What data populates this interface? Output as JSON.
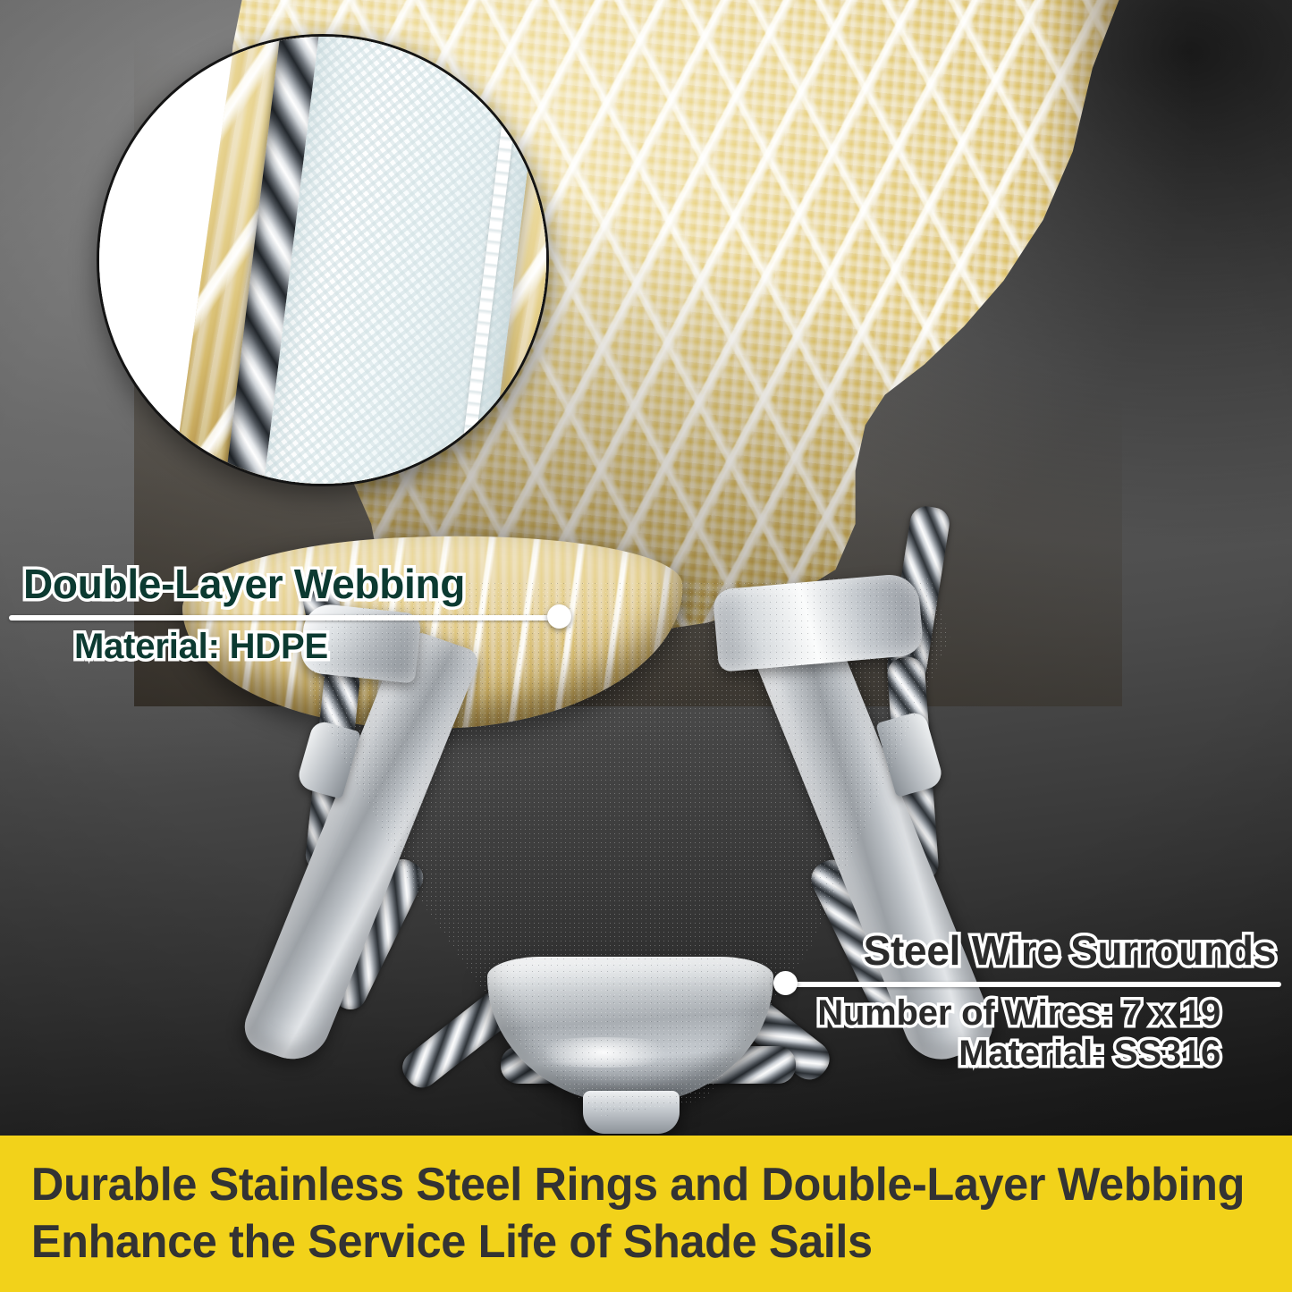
{
  "product_image": {
    "alt": "Close-up of sand-colored HDPE shade sail corner with stainless steel D-ring and steel wire cable"
  },
  "inset": {
    "name": "magnified-webbing-detail",
    "shows": "white double-layer webbing strap and braided steel cable"
  },
  "callouts": [
    {
      "id": "double-layer-webbing",
      "title": "Double-Layer Webbing",
      "details": [
        "Material: HDPE"
      ],
      "title_color": "#0c3a31",
      "outline_color": "#ffffff",
      "leader_side": "left"
    },
    {
      "id": "steel-wire-surrounds",
      "title": "Steel Wire Surrounds",
      "details": [
        "Number of Wires: 7 x 19",
        "Material: SS316"
      ],
      "title_color": "#2b2b2b",
      "outline_color": "#ffffff",
      "leader_side": "right"
    }
  ],
  "banner": {
    "background_color": "#f2d21a",
    "text_color": "#333333",
    "lines": [
      "Durable Stainless Steel Rings and Double-Layer Webbing",
      "Enhance the Service Life of Shade Sails"
    ]
  },
  "palette": {
    "background_top": "#6f6f6f",
    "background_bottom": "#0d0d0d",
    "fabric_sand": "#e3cf9a",
    "fabric_stitch_white": "#ffffff",
    "steel_silver": "#c3c7cb",
    "banner_yellow": "#f2d21a",
    "callout_green": "#0c3a31"
  }
}
